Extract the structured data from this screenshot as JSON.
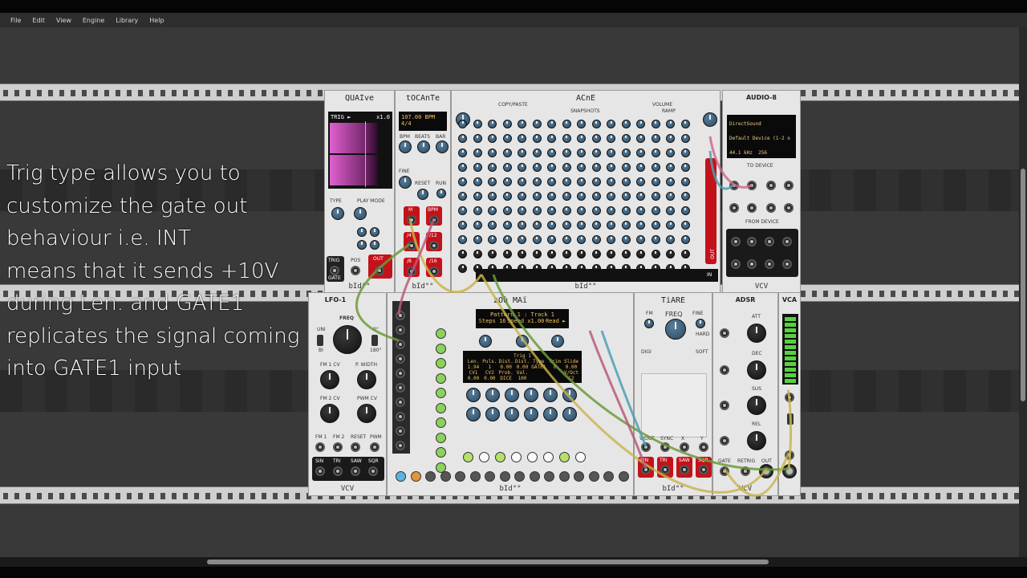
{
  "menu": {
    "items": [
      "File",
      "Edit",
      "View",
      "Engine",
      "Library",
      "Help"
    ]
  },
  "modules": {
    "quaive": {
      "title": "QUAIve",
      "trig_label": "TRIG ►",
      "scale": "x1.0",
      "type": "TYPE",
      "play_mode": "PLAY MODE",
      "trig": "TRIG",
      "gate": "GATE",
      "pos": "POS",
      "out": "OUT",
      "brand": "bId°°"
    },
    "tocante": {
      "title": "tOCAnTe",
      "bpm": "107.00 BPM",
      "sig": "4/4",
      "labels": [
        "BPM",
        "BEATS",
        "BAR"
      ],
      "fine": "FINE",
      "reset": "RESET",
      "run": "RUN",
      "outs": [
        "M",
        "BPM",
        "/4",
        "/12",
        "/8",
        "/16"
      ],
      "brand": "bId°°"
    },
    "acne": {
      "title": "ACnE",
      "copy_paste": "COPY/PASTE",
      "snapshots": "SNAPSHOTS",
      "volume": "VOLUME",
      "ramp": "RAMP",
      "out": "OUT",
      "in": "IN",
      "brand": "bId°°"
    },
    "audio8": {
      "title": "AUDIO-8",
      "driver": "DirectSound",
      "device": "Default Device (1-2 o",
      "rate": "44.1 kHz",
      "block": "256",
      "to_device": "TO DEVICE",
      "from_device": "FROM DEVICE",
      "brand": "VCV"
    },
    "lfo1": {
      "title": "LFO-1",
      "freq": "FREQ",
      "uni": "UNI",
      "bi": "BI",
      "deg0": "0°",
      "deg180": "180°",
      "fm1cv": "FM 1 CV",
      "pwidth": "P. WIDTH",
      "fm2cv": "FM 2 CV",
      "pwmcv": "PWM CV",
      "ins": [
        "FM 1",
        "FM 2",
        "RESET",
        "PWM"
      ],
      "outs": [
        "SIN",
        "TRI",
        "SAW",
        "SQR"
      ],
      "brand": "VCV"
    },
    "zoumai": {
      "title": "zOù MAï",
      "pattern": "Pattern 1 : Track 1",
      "steps_label": "Steps",
      "steps": "16",
      "speed_label": "Speed",
      "speed": "x1.00",
      "read_label": "Read",
      "read": "►",
      "trig": "Trig 1",
      "params_head": [
        "Len.",
        "Puls.",
        "Dist.",
        "Dist.",
        "Type",
        "Trim",
        "Slide"
      ],
      "params_row1": [
        "1.94",
        "1",
        "0.00",
        "0.00",
        "GATE1",
        "0",
        "0.00"
      ],
      "params_head2": [
        "CV1",
        "CV2",
        "Prob.",
        "Val.",
        "",
        "",
        "V/Oct"
      ],
      "params_row2": [
        "0.00",
        "0.00",
        "DICE",
        "100",
        "",
        "",
        "C2"
      ],
      "brand": "bId°°"
    },
    "tiare": {
      "title": "TiARE",
      "freq": "FREQ",
      "fine": "FINE",
      "fm": "FM",
      "hard": "HARD",
      "soft": "SOFT",
      "digi": "DIGI",
      "voct": "V/OCT",
      "sync": "SYNC",
      "x": "X",
      "y": "Y",
      "outs": [
        "SIN",
        "TRI",
        "SAW",
        "SQR"
      ],
      "brand": "bId°°"
    },
    "adsr": {
      "title": "ADSR",
      "att": "ATT",
      "dec": "DEC",
      "sus": "SUS",
      "rel": "REL",
      "gate": "GATE",
      "retrig": "RETRIG",
      "out": "OUT",
      "brand": "VCV"
    },
    "vca": {
      "title": "VCA"
    }
  },
  "overlay": {
    "lines": [
      "Trig type allows you to",
      "customize the gate out",
      "behaviour i.e. INT",
      "means that it sends +10V",
      "during Len. and GATE1",
      "replicates the signal coming",
      "into GATE1 input"
    ]
  },
  "colors": {
    "knob": "#3d6484",
    "red": "#c4121b",
    "cable_yellow": "#c8b44a",
    "cable_green": "#6d9a3a",
    "cable_pink": "#b85a7c",
    "cable_blue": "#4f9fb5",
    "cable_pink2": "#d06a8a"
  }
}
